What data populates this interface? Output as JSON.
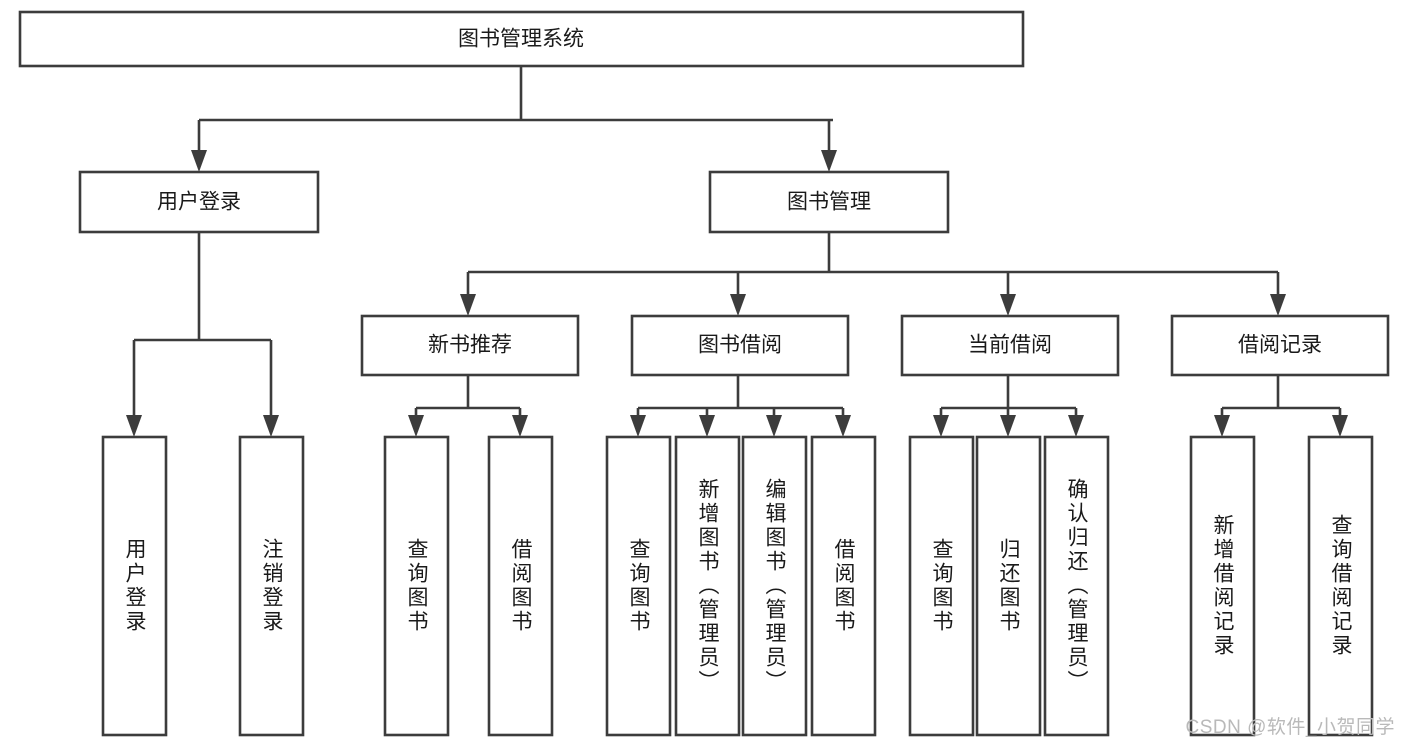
{
  "diagram": {
    "title": "图书管理系统",
    "type": "tree",
    "orientation": "top-down",
    "colors": {
      "box_stroke": "#3c3c3c",
      "box_fill": "#ffffff",
      "text": "#1a1a1a",
      "background": "#ffffff",
      "watermark": "#b9b9b9"
    },
    "levels": {
      "root": {
        "label": "图书管理系统"
      },
      "level2": [
        {
          "label": "用户登录"
        },
        {
          "label": "图书管理"
        }
      ],
      "level3": [
        {
          "label": "新书推荐"
        },
        {
          "label": "图书借阅"
        },
        {
          "label": "当前借阅"
        },
        {
          "label": "借阅记录"
        }
      ],
      "leaves": {
        "user_login": [
          {
            "label": "用户登录"
          },
          {
            "label": "注销登录"
          }
        ],
        "new_book_recommend": [
          {
            "label": "查询图书"
          },
          {
            "label": "借阅图书"
          }
        ],
        "book_borrow": [
          {
            "label": "查询图书"
          },
          {
            "label": "新增图书（管理员）"
          },
          {
            "label": "编辑图书（管理员）"
          },
          {
            "label": "借阅图书"
          }
        ],
        "current_borrow": [
          {
            "label": "查询图书"
          },
          {
            "label": "归还图书"
          },
          {
            "label": "确认归还（管理员）"
          }
        ],
        "borrow_records": [
          {
            "label": "新增借阅记录"
          },
          {
            "label": "查询借阅记录"
          }
        ]
      }
    }
  },
  "watermark": {
    "text": "CSDN @软件_小贺同学"
  }
}
